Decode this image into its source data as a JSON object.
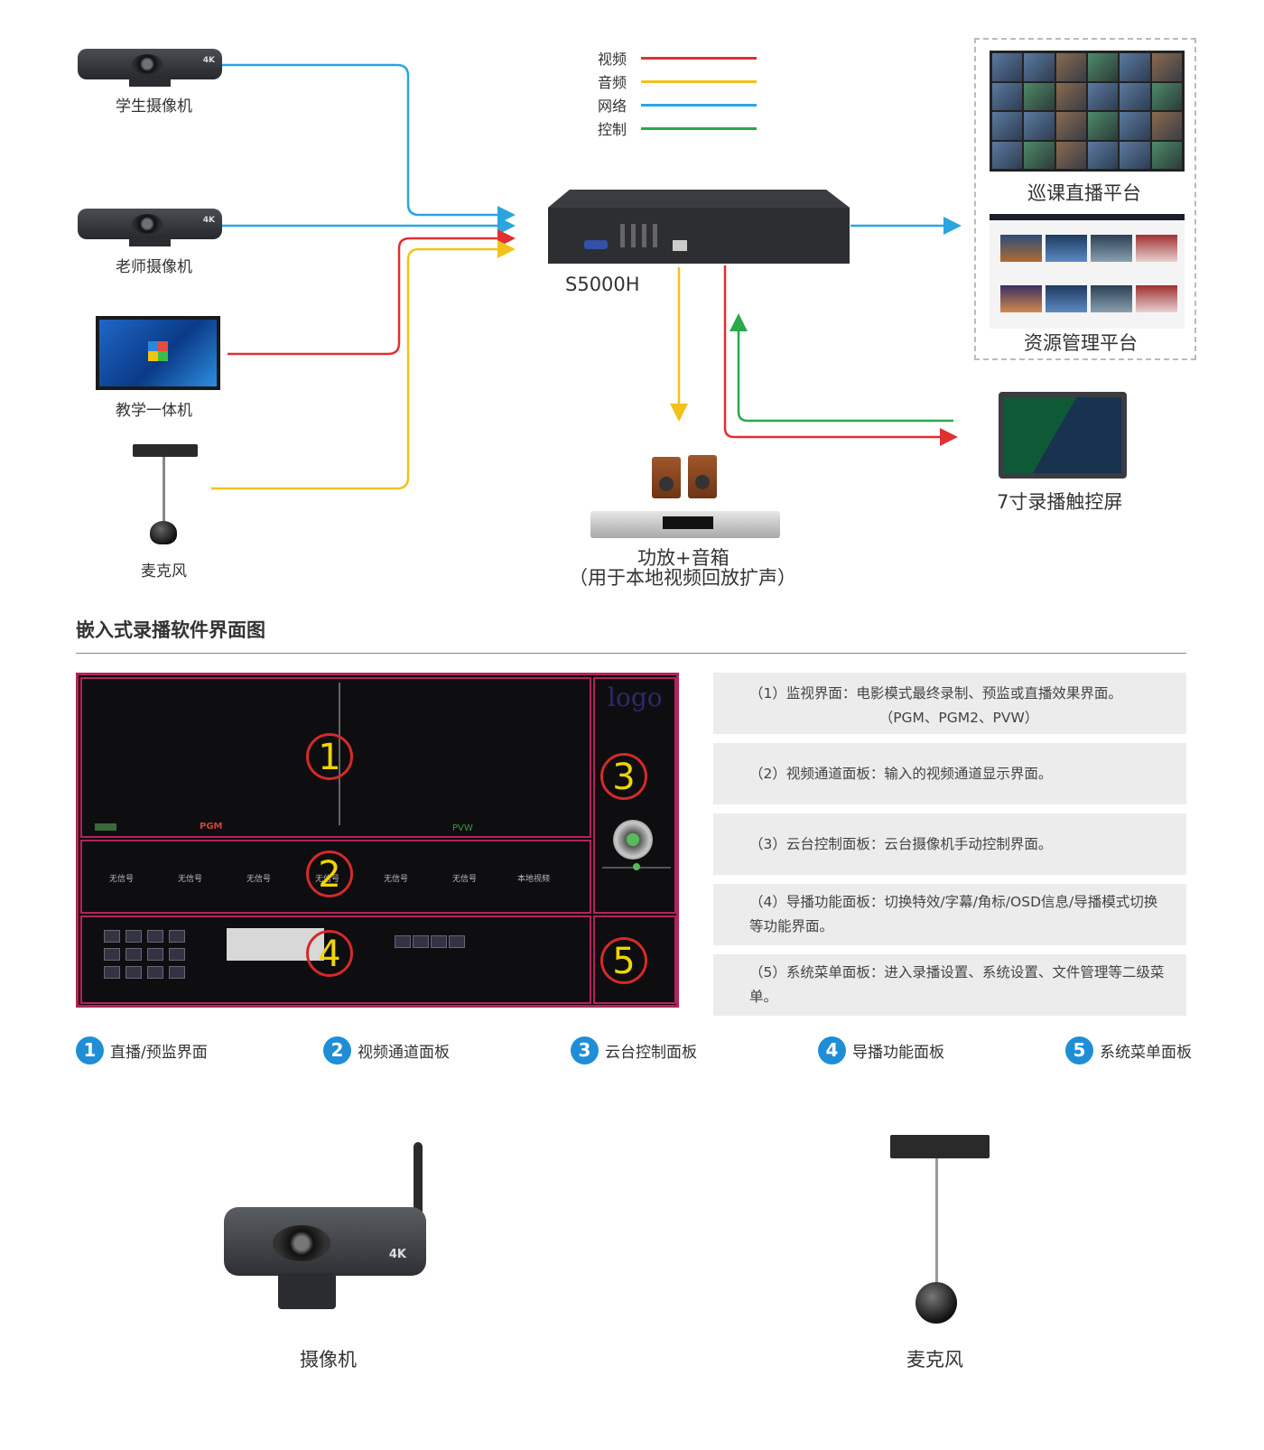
{
  "diagram": {
    "devices": {
      "student_camera": "学生摄像机",
      "teacher_camera": "老师摄像机",
      "all_in_one": "教学一体机",
      "microphone": "麦克风",
      "recorder": "S5000H",
      "patrol_platform": "巡课直播平台",
      "resource_platform": "资源管理平台",
      "touch_screen": "7寸录播触控屏",
      "amp_speaker": "功放+音箱",
      "amp_speaker_note": "（用于本地视频回放扩声）",
      "camera_tag": "4K"
    },
    "legend": [
      {
        "label": "视频",
        "color": "#e03030"
      },
      {
        "label": "音频",
        "color": "#f2c21a"
      },
      {
        "label": "网络",
        "color": "#2aa5e0"
      },
      {
        "label": "控制",
        "color": "#2aa84a"
      }
    ]
  },
  "software_section": {
    "title": "嵌入式录播软件界面图",
    "ui": {
      "logo": "logo",
      "pgm": "PGM",
      "pvw": "PVW",
      "channel_cells": [
        "无信号",
        "无信号",
        "无信号",
        "无信号",
        "无信号",
        "无信号",
        "本地视频"
      ],
      "numbers": [
        "1",
        "2",
        "3",
        "4",
        "5"
      ]
    },
    "descriptions": [
      {
        "text": "（1）监视界面：电影模式最终录制、预监或直播效果界面。",
        "sub": "（PGM、PGM2、PVW）"
      },
      {
        "text": "（2）视频通道面板：输入的视频通道显示界面。",
        "sub": ""
      },
      {
        "text": "（3）云台控制面板：云台摄像机手动控制界面。",
        "sub": ""
      },
      {
        "text": "（4）导播功能面板：切换特效/字幕/角标/OSD信息/导播模式切换等功能界面。",
        "sub": ""
      },
      {
        "text": "（5）系统菜单面板：进入录播设置、系统设置、文件管理等二级菜单。",
        "sub": ""
      }
    ],
    "badges": [
      {
        "num": "1",
        "label": "直播/预监界面"
      },
      {
        "num": "2",
        "label": "视频通道面板"
      },
      {
        "num": "3",
        "label": "云台控制面板"
      },
      {
        "num": "4",
        "label": "导播功能面板"
      },
      {
        "num": "5",
        "label": "系统菜单面板"
      }
    ]
  },
  "products": {
    "camera_label": "摄像机",
    "camera_tag": "4K",
    "mic_label": "麦克风"
  }
}
